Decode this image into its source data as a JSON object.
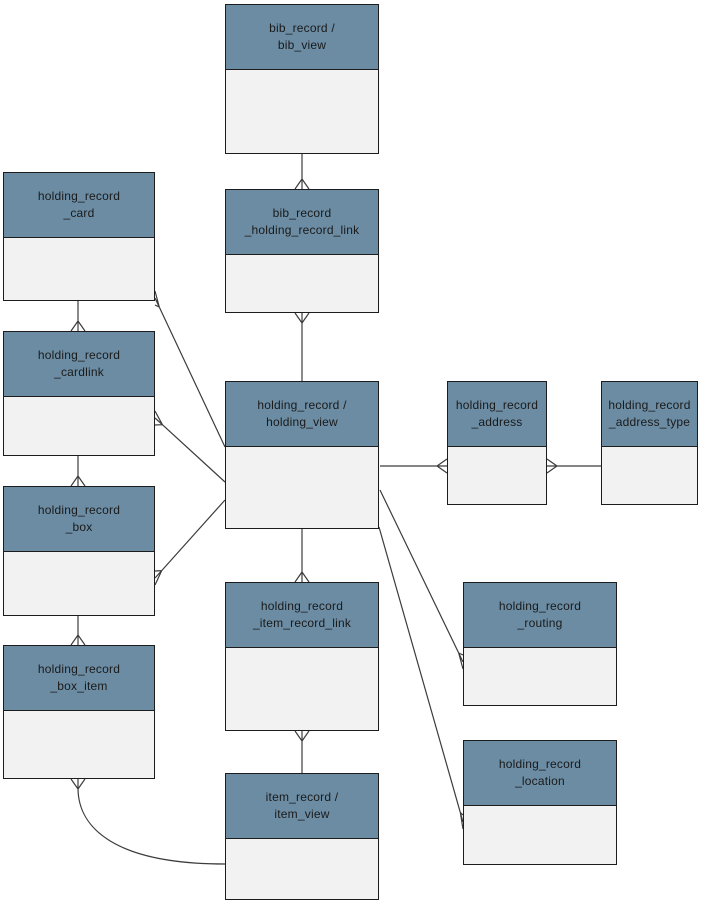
{
  "diagram_type": "entity-relationship-diagram",
  "colors": {
    "header_bg": "#6b8ca3",
    "body_bg": "#f2f2f2",
    "border": "#1c1c1c",
    "line": "#3c3c3c",
    "text": "#1a1a1a",
    "page_bg": "#ffffff"
  },
  "entities": [
    {
      "id": "bib_record",
      "title": "bib_record /\nbib_view"
    },
    {
      "id": "bib_record_holding_record_link",
      "title": "bib_record\n_holding_record_link"
    },
    {
      "id": "holding_record",
      "title": "holding_record /\nholding_view"
    },
    {
      "id": "holding_record_item_record_link",
      "title": "holding_record\n_item_record_link"
    },
    {
      "id": "item_record",
      "title": "item_record /\nitem_view"
    },
    {
      "id": "holding_record_card",
      "title": "holding_record\n_card"
    },
    {
      "id": "holding_record_cardlink",
      "title": "holding_record\n_cardlink"
    },
    {
      "id": "holding_record_box",
      "title": "holding_record\n_box"
    },
    {
      "id": "holding_record_box_item",
      "title": "holding_record\n_box_item"
    },
    {
      "id": "holding_record_address",
      "title": "holding_record\n_address"
    },
    {
      "id": "holding_record_address_type",
      "title": "holding_record\n_address_type"
    },
    {
      "id": "holding_record_routing",
      "title": "holding_record\n_routing"
    },
    {
      "id": "holding_record_location",
      "title": "holding_record\n_location"
    }
  ],
  "relationships": [
    {
      "from": "bib_record",
      "to": "bib_record_holding_record_link",
      "many_side": "bib_record_holding_record_link"
    },
    {
      "from": "holding_record",
      "to": "bib_record_holding_record_link",
      "many_side": "bib_record_holding_record_link"
    },
    {
      "from": "holding_record",
      "to": "holding_record_item_record_link",
      "many_side": "holding_record_item_record_link"
    },
    {
      "from": "item_record",
      "to": "holding_record_item_record_link",
      "many_side": "holding_record_item_record_link"
    },
    {
      "from": "holding_record_card",
      "to": "holding_record_cardlink",
      "many_side": "holding_record_cardlink"
    },
    {
      "from": "holding_record_cardlink",
      "to": "holding_record_box",
      "many_side": "holding_record_box"
    },
    {
      "from": "holding_record_box",
      "to": "holding_record_box_item",
      "many_side": "holding_record_box_item"
    },
    {
      "from": "holding_record",
      "to": "holding_record_card",
      "many_side": "holding_record_card"
    },
    {
      "from": "holding_record",
      "to": "holding_record_cardlink",
      "many_side": "holding_record_cardlink"
    },
    {
      "from": "holding_record",
      "to": "holding_record_box",
      "many_side": "holding_record_box"
    },
    {
      "from": "holding_record",
      "to": "holding_record_address",
      "many_side": "holding_record_address"
    },
    {
      "from": "holding_record_address_type",
      "to": "holding_record_address",
      "many_side": "holding_record_address"
    },
    {
      "from": "holding_record",
      "to": "holding_record_routing",
      "many_side": "holding_record_routing"
    },
    {
      "from": "holding_record",
      "to": "holding_record_location",
      "many_side": "holding_record_location"
    },
    {
      "from": "holding_record_box_item",
      "to": "item_record",
      "many_side": "holding_record_box_item"
    }
  ]
}
